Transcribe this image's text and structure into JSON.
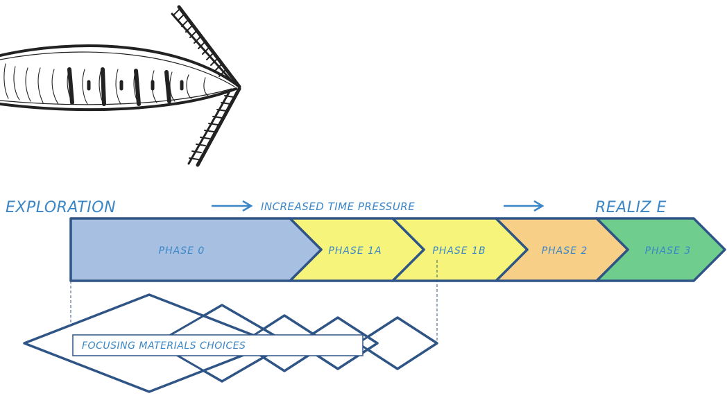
{
  "header": {
    "left_label": "EXPLORATION",
    "middle_label": "INCREASED TIME PRESSURE",
    "right_label": "REALIZ E"
  },
  "phases": [
    {
      "label": "PHASE 0",
      "color": "#a7c0e2"
    },
    {
      "label": "PHASE 1A",
      "color": "#f6f47a"
    },
    {
      "label": "PHASE 1B",
      "color": "#f6f47a"
    },
    {
      "label": "PHASE 2",
      "color": "#f8cf86"
    },
    {
      "label": "PHASE 3",
      "color": "#6fce8e"
    }
  ],
  "focus_box": {
    "label": "FOCUSING MATERIALS CHOICES"
  },
  "colors": {
    "outline": "#2f5486",
    "text": "#3a86c6",
    "sketch": "#222222"
  }
}
